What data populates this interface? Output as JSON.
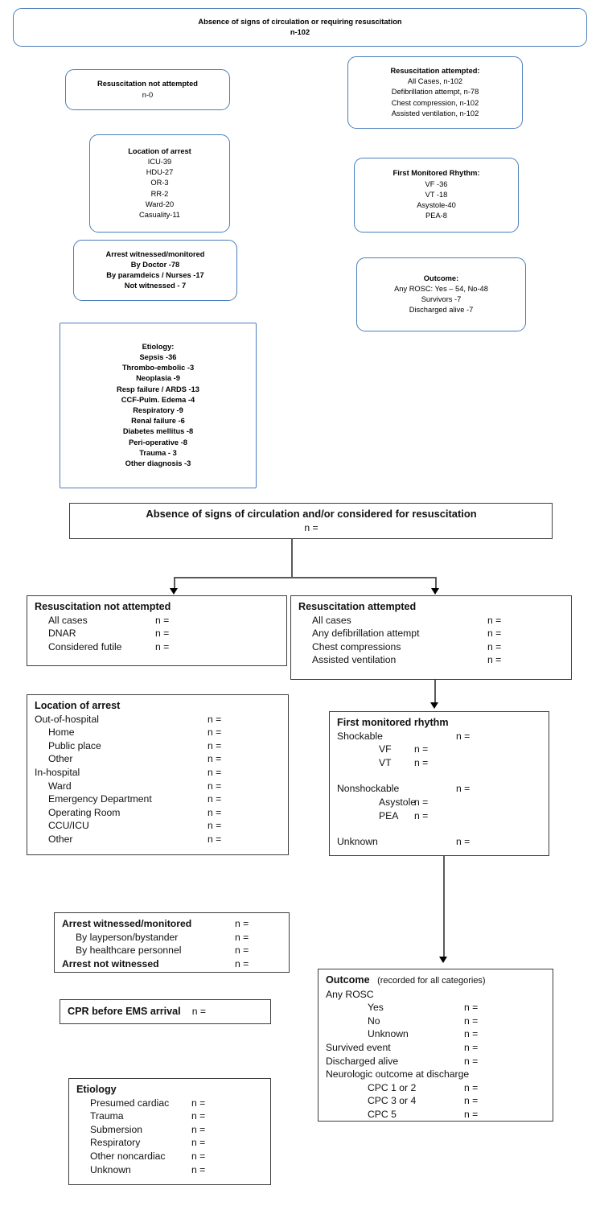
{
  "top_box": {
    "line1": "Absence of signs of circulation or requiring resuscitation",
    "line2": "n-102"
  },
  "blue_boxes": {
    "resus_not_attempted": {
      "title": "Resuscitation not attempted",
      "lines": [
        "n-0"
      ]
    },
    "resus_attempted": {
      "title": "Resuscitation attempted:",
      "lines": [
        "All Cases, n-102",
        "Defibrillation attempt, n-78",
        "Chest compression, n-102",
        "Assisted ventilation, n-102"
      ]
    },
    "location_of_arrest": {
      "title": "Location of arrest",
      "lines": [
        "ICU-39",
        "HDU-27",
        "OR-3",
        "RR-2",
        "Ward-20",
        "Casuality-11"
      ]
    },
    "first_monitored_rhythm": {
      "title": "First Monitored Rhythm:",
      "lines": [
        "VF -36",
        "VT -18",
        "Asystole-40",
        "PEA-8"
      ]
    },
    "arrest_witnessed": {
      "title": "Arrest witnessed/monitored",
      "lines": [
        "By Doctor -78",
        "By paramdeics / Nurses -17",
        "Not witnessed - 7"
      ]
    },
    "outcome": {
      "title": "Outcome:",
      "lines": [
        "Any ROSC: Yes – 54, No-48",
        "Survivors -7",
        "Discharged alive -7"
      ]
    },
    "etiology": {
      "title": "Etiology:",
      "lines": [
        "Sepsis -36",
        "Thrombo-embolic -3",
        "Neoplasia -9",
        "Resp failure / ARDS -13",
        "CCF-Pulm. Edema -4",
        "Respiratory -9",
        "Renal failure -6",
        "Diabetes mellitus -8",
        "Peri-operative -8",
        "Trauma - 3",
        "Other diagnosis -3"
      ]
    }
  },
  "template": {
    "root": {
      "line1": "Absence of signs of circulation and/or considered for resuscitation",
      "line2": "n ="
    },
    "not_attempted": {
      "title": "Resuscitation not attempted",
      "rows": [
        {
          "label": "All cases",
          "value": "n ="
        },
        {
          "label": "DNAR",
          "value": "n ="
        },
        {
          "label": "Considered futile",
          "value": "n ="
        }
      ]
    },
    "attempted": {
      "title": "Resuscitation attempted",
      "rows": [
        {
          "label": "All cases",
          "value": "n ="
        },
        {
          "label": "Any defibrillation attempt",
          "value": "n ="
        },
        {
          "label": "Chest compressions",
          "value": "n ="
        },
        {
          "label": "Assisted ventilation",
          "value": "n ="
        }
      ]
    },
    "location": {
      "title": "Location of arrest",
      "rows": [
        {
          "label": "Out-of-hospital",
          "value": "n =",
          "indent": 0
        },
        {
          "label": "Home",
          "value": "n =",
          "indent": 1
        },
        {
          "label": "Public place",
          "value": "n =",
          "indent": 1
        },
        {
          "label": "Other",
          "value": "n =",
          "indent": 1
        },
        {
          "label": "In-hospital",
          "value": "n =",
          "indent": 0
        },
        {
          "label": "Ward",
          "value": "n =",
          "indent": 1
        },
        {
          "label": "Emergency Department",
          "value": "n =",
          "indent": 1
        },
        {
          "label": "Operating Room",
          "value": "n =",
          "indent": 1
        },
        {
          "label": "CCU/ICU",
          "value": "n =",
          "indent": 1
        },
        {
          "label": "Other",
          "value": "n =",
          "indent": 1
        }
      ]
    },
    "rhythm": {
      "title": "First monitored rhythm",
      "rows": [
        {
          "label": "Shockable",
          "value": "n =",
          "indent": 0,
          "col": "far"
        },
        {
          "label": "VF",
          "value": "n =",
          "indent": 2,
          "col": "near"
        },
        {
          "label": "VT",
          "value": "n =",
          "indent": 2,
          "col": "near"
        },
        {
          "label": "",
          "value": "",
          "indent": 0,
          "col": "gap"
        },
        {
          "label": "Nonshockable",
          "value": "n =",
          "indent": 0,
          "col": "far"
        },
        {
          "label": "Asystole",
          "value": "n =",
          "indent": 2,
          "col": "near"
        },
        {
          "label": "PEA",
          "value": "n =",
          "indent": 2,
          "col": "near"
        },
        {
          "label": "",
          "value": "",
          "indent": 0,
          "col": "gap"
        },
        {
          "label": "Unknown",
          "value": "n =",
          "indent": 0,
          "col": "far"
        }
      ]
    },
    "witnessed": {
      "rows": [
        {
          "label": "Arrest witnessed/monitored",
          "value": "n =",
          "bold": true,
          "indent": 0
        },
        {
          "label": "By layperson/bystander",
          "value": "n =",
          "bold": false,
          "indent": 1
        },
        {
          "label": "By healthcare personnel",
          "value": "n =",
          "bold": false,
          "indent": 1
        },
        {
          "label": "Arrest not witnessed",
          "value": "n =",
          "bold": true,
          "indent": 0
        }
      ]
    },
    "cpr": {
      "label": "CPR before EMS arrival",
      "value": "n ="
    },
    "etiology": {
      "title": "Etiology",
      "rows": [
        {
          "label": "Presumed cardiac",
          "value": "n ="
        },
        {
          "label": "Trauma",
          "value": "n ="
        },
        {
          "label": "Submersion",
          "value": "n ="
        },
        {
          "label": "Respiratory",
          "value": "n ="
        },
        {
          "label": "Other noncardiac",
          "value": "n ="
        },
        {
          "label": "Unknown",
          "value": "n ="
        }
      ]
    },
    "outcome": {
      "title": "Outcome",
      "title_sub": "(recorded for all categories)",
      "rows": [
        {
          "label": "Any ROSC",
          "value": "",
          "indent": 0
        },
        {
          "label": "Yes",
          "value": "n =",
          "indent": 2
        },
        {
          "label": "No",
          "value": "n =",
          "indent": 2
        },
        {
          "label": "Unknown",
          "value": "n =",
          "indent": 2
        },
        {
          "label": "Survived event",
          "value": "n =",
          "indent": 0
        },
        {
          "label": "Discharged alive",
          "value": "n =",
          "indent": 0
        },
        {
          "label": "Neurologic outcome at discharge",
          "value": "",
          "indent": 0
        },
        {
          "label": "CPC 1 or 2",
          "value": "n =",
          "indent": 2
        },
        {
          "label": "CPC 3 or 4",
          "value": "n =",
          "indent": 2
        },
        {
          "label": "CPC 5",
          "value": "n =",
          "indent": 2
        }
      ]
    }
  },
  "colors": {
    "blue_border": "#4a7ebb",
    "black_border": "#3d3d3d",
    "connector": "#595959"
  }
}
